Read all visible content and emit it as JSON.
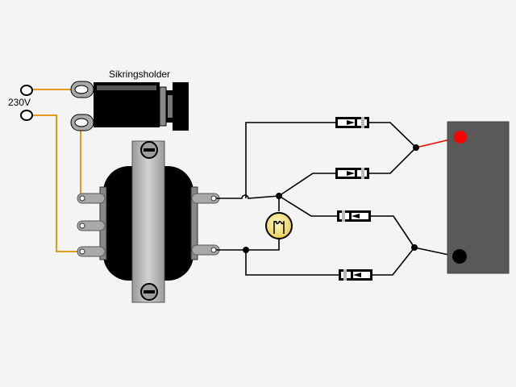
{
  "labels": {
    "fuse_holder": "Sikringsholder",
    "voltage": "230V"
  },
  "colors": {
    "mains_wire": "#e39a1b",
    "circuit_wire": "#000000",
    "battery_body": "#595959",
    "positive_terminal": "#ff0000",
    "negative_terminal": "#000000",
    "lamp_fill": "#f4e27a",
    "transformer_core": "#bdbdbd"
  },
  "components": {
    "diodes": [
      "diode",
      "diode",
      "diode",
      "diode"
    ],
    "lamp": "lamp-icon",
    "transformer": "transformer-icon",
    "battery": "battery-icon"
  }
}
